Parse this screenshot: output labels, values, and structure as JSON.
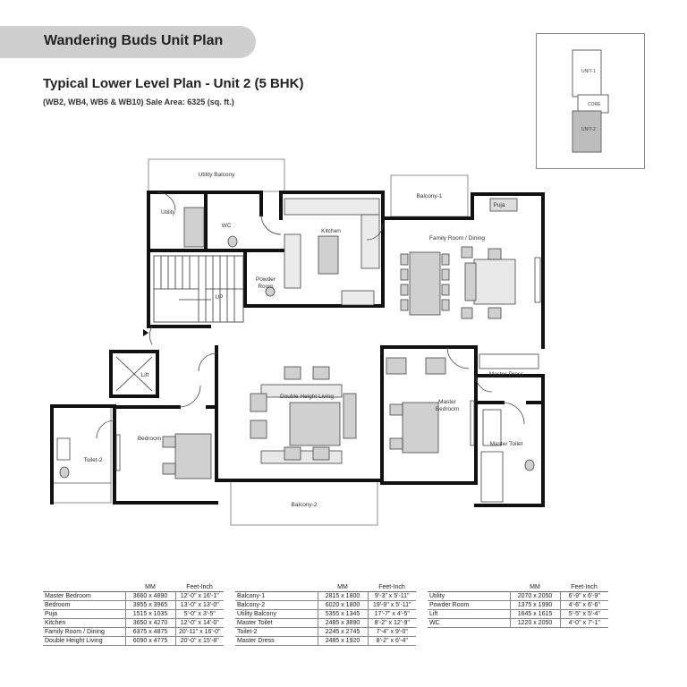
{
  "header": {
    "banner": "Wandering Buds Unit Plan",
    "title": "Typical Lower Level Plan - Unit 2 (5 BHK)",
    "subtitle": "(WB2, WB4, WB6 & WB10)  Sale Area: 6325 (sq. ft.)"
  },
  "keyplan": {
    "unit1": "UNIT-1",
    "core": "CORE",
    "unit2": "UNIT-2"
  },
  "rooms": {
    "utility_balcony": "Utility Balcony",
    "utility": "Utility",
    "wc": "WC",
    "kitchen": "Kitchen",
    "balcony1": "Balcony-1",
    "puja": "Puja",
    "family": "Family Room / Dining",
    "powder": "Powder",
    "powder2": "Room",
    "up": "UP",
    "lift": "Lift",
    "master_dress": "Master Dress",
    "double_living": "Double Height Living",
    "master_bedroom1": "Master",
    "master_bedroom2": "Bedroom",
    "bedroom": "Bedroom",
    "toilet2": "Toilet-2",
    "master_toilet": "Master Toilet",
    "balcony2": "Balcony-2"
  },
  "tables": [
    {
      "headers": [
        "",
        "MM",
        "Feet-Inch"
      ],
      "rows": [
        [
          "Master Bedroom",
          "3660 x 4890",
          "12'-0\" x 16'-1\""
        ],
        [
          "Bedroom",
          "3955 x 3965",
          "13'-0\" x 13'-0\""
        ],
        [
          "Puja",
          "1515 x 1035",
          "5'-0\" x 3'-5\""
        ],
        [
          "Kitchen",
          "3650 x 4270",
          "12'-0\" x 14'-0\""
        ],
        [
          "Family Room / Dining",
          "6375 x 4875",
          "20'-11\" x 16'-0\""
        ],
        [
          "Double Height Living",
          "6090 x 4775",
          "20'-0\" x 15'-8\""
        ]
      ]
    },
    {
      "headers": [
        "",
        "MM",
        "Feet-Inch"
      ],
      "rows": [
        [
          "Balcony-1",
          "2815 x 1800",
          "9'-3\" x 5'-11\""
        ],
        [
          "Balcony-2",
          "6020 x 1800",
          "19'-9\" x 5'-11\""
        ],
        [
          "Utility Balcony",
          "5355 x 1345",
          "17'-7\" x 4'-5\""
        ],
        [
          "Master Toilet",
          "2485 x 3890",
          "8'-2\" x 12'-9\""
        ],
        [
          "Toilet-2",
          "2245 x 2745",
          "7'-4\" x 9'-0\""
        ],
        [
          "Master Dress",
          "2485 x 1920",
          "8'-2\" x 6'-4\""
        ]
      ]
    },
    {
      "headers": [
        "",
        "MM",
        "Feet-Inch"
      ],
      "rows": [
        [
          "Utility",
          "2070 x 2050",
          "6'-9\" x 6'-9\""
        ],
        [
          "Powder Room",
          "1375 x 1990",
          "4'-6\" x 6'-6\""
        ],
        [
          "Lift",
          "1645 x 1615",
          "5'-5\" x 5'-4\""
        ],
        [
          "WC",
          "1220 x 2050",
          "4'-0\" x 7'-1\""
        ]
      ]
    }
  ],
  "colors": {
    "wall": "#111111",
    "furniture_fill": "#d0d0d0",
    "banner": "#cfcfcf"
  }
}
